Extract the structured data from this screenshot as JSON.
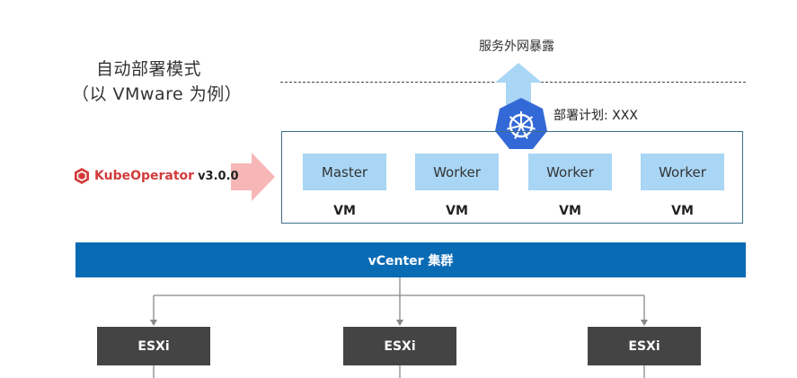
{
  "title": {
    "line1": "自动部署模式",
    "line2": "（以 VMware 为例）"
  },
  "brand": {
    "name": "KubeOperator",
    "version": "v3.0.0"
  },
  "expose_label": "服务外网暴露",
  "plan_label": "部署计划: XXX",
  "nodes": [
    {
      "role": "Master",
      "vm": "VM"
    },
    {
      "role": "Worker",
      "vm": "VM"
    },
    {
      "role": "Worker",
      "vm": "VM"
    },
    {
      "role": "Worker",
      "vm": "VM"
    }
  ],
  "cluster_label": "vCenter 集群",
  "hosts": [
    "ESXi",
    "ESXi",
    "ESXi"
  ],
  "colors": {
    "node_fill": "#a9d6f5",
    "cluster_bar": "#0a6bb5",
    "host_fill": "#444444",
    "up_arrow": "#a9d6f5",
    "right_arrow": "#f7b7b7",
    "k8s_badge": "#3269d6",
    "brand": "#d33b3b"
  },
  "icons": {
    "kubernetes": "kubernetes-helm-icon",
    "brand": "kubeoperator-logo-icon"
  }
}
